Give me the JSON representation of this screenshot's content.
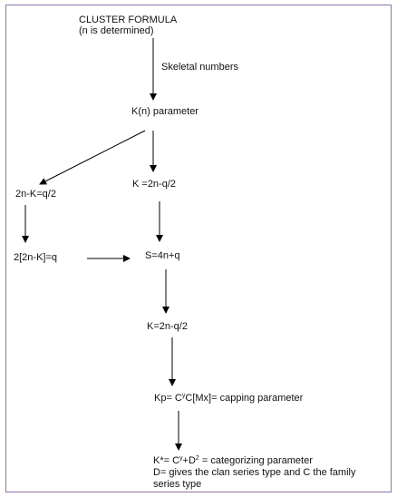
{
  "diagram": {
    "title_line1": "CLUSTER FORMULA",
    "title_line2": "(n is determined)",
    "edge_label_skeletal": "Skeletal numbers",
    "kn_parameter": "K(n) parameter",
    "left_k": "2n-K=q/2",
    "right_k": "K =2n-q/2",
    "left_eq": "2[2n-K]=q",
    "s_eq": "S=4n+q",
    "k_again": "K=2n-q/2",
    "kp": {
      "prefix": "Kp= C",
      "sup": "y",
      "suffix": "C[Mx]= capping parameter"
    },
    "kstar": {
      "prefix": "K*= C",
      "sup1": "y",
      "middle": "+D",
      "sup2": "2",
      "suffix": " = categorizing parameter"
    },
    "d_line1": "D= gives the clan series type and C the family",
    "d_line2": "series type"
  },
  "colors": {
    "border": "#8f72a8",
    "arrow": "#000000",
    "text": "#111111"
  }
}
